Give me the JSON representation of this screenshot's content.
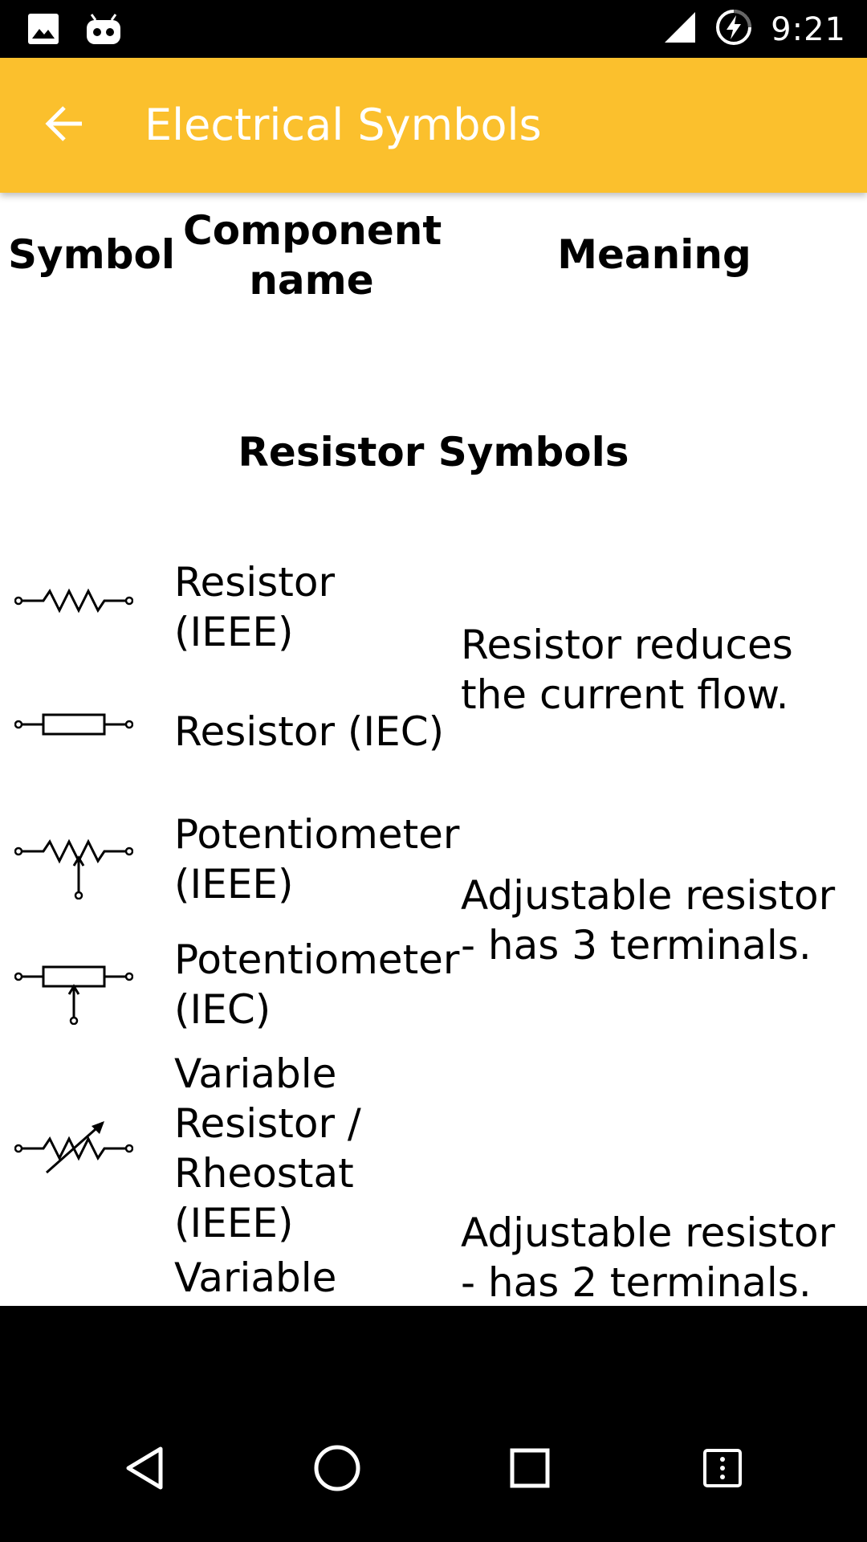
{
  "status_bar": {
    "time": "9:21",
    "left_icons": [
      "image-icon",
      "android-robot-icon"
    ],
    "right_icons": [
      "signal-icon",
      "battery-charging-icon"
    ]
  },
  "app_bar": {
    "title": "Electrical Symbols",
    "background": "#fbc02d"
  },
  "table": {
    "headers": {
      "symbol": "Symbol",
      "component_name": "Component name",
      "meaning": "Meaning"
    },
    "section": "Resistor Symbols",
    "rows": [
      {
        "symbol_icon": "resistor-ieee-icon",
        "name": "Resistor (IEEE)"
      },
      {
        "symbol_icon": "resistor-iec-icon",
        "name": "Resistor (IEC)"
      },
      {
        "symbol_icon": "potentiometer-ieee-icon",
        "name": "Potentiometer (IEEE)"
      },
      {
        "symbol_icon": "potentiometer-iec-icon",
        "name": "Potentiometer (IEC)"
      },
      {
        "symbol_icon": "variable-resistor-ieee-icon",
        "name": "Variable Resistor / Rheostat (IEEE)"
      },
      {
        "symbol_icon": "",
        "name": "Variable"
      }
    ],
    "meanings": [
      "Resistor reduces the current flow.",
      "Adjustable resistor - has 3 terminals.",
      "Adjustable resistor - has 2 terminals."
    ]
  },
  "nav_bar": {
    "buttons": [
      "back-nav-icon",
      "home-nav-icon",
      "recents-nav-icon",
      "menu-nav-icon"
    ]
  }
}
